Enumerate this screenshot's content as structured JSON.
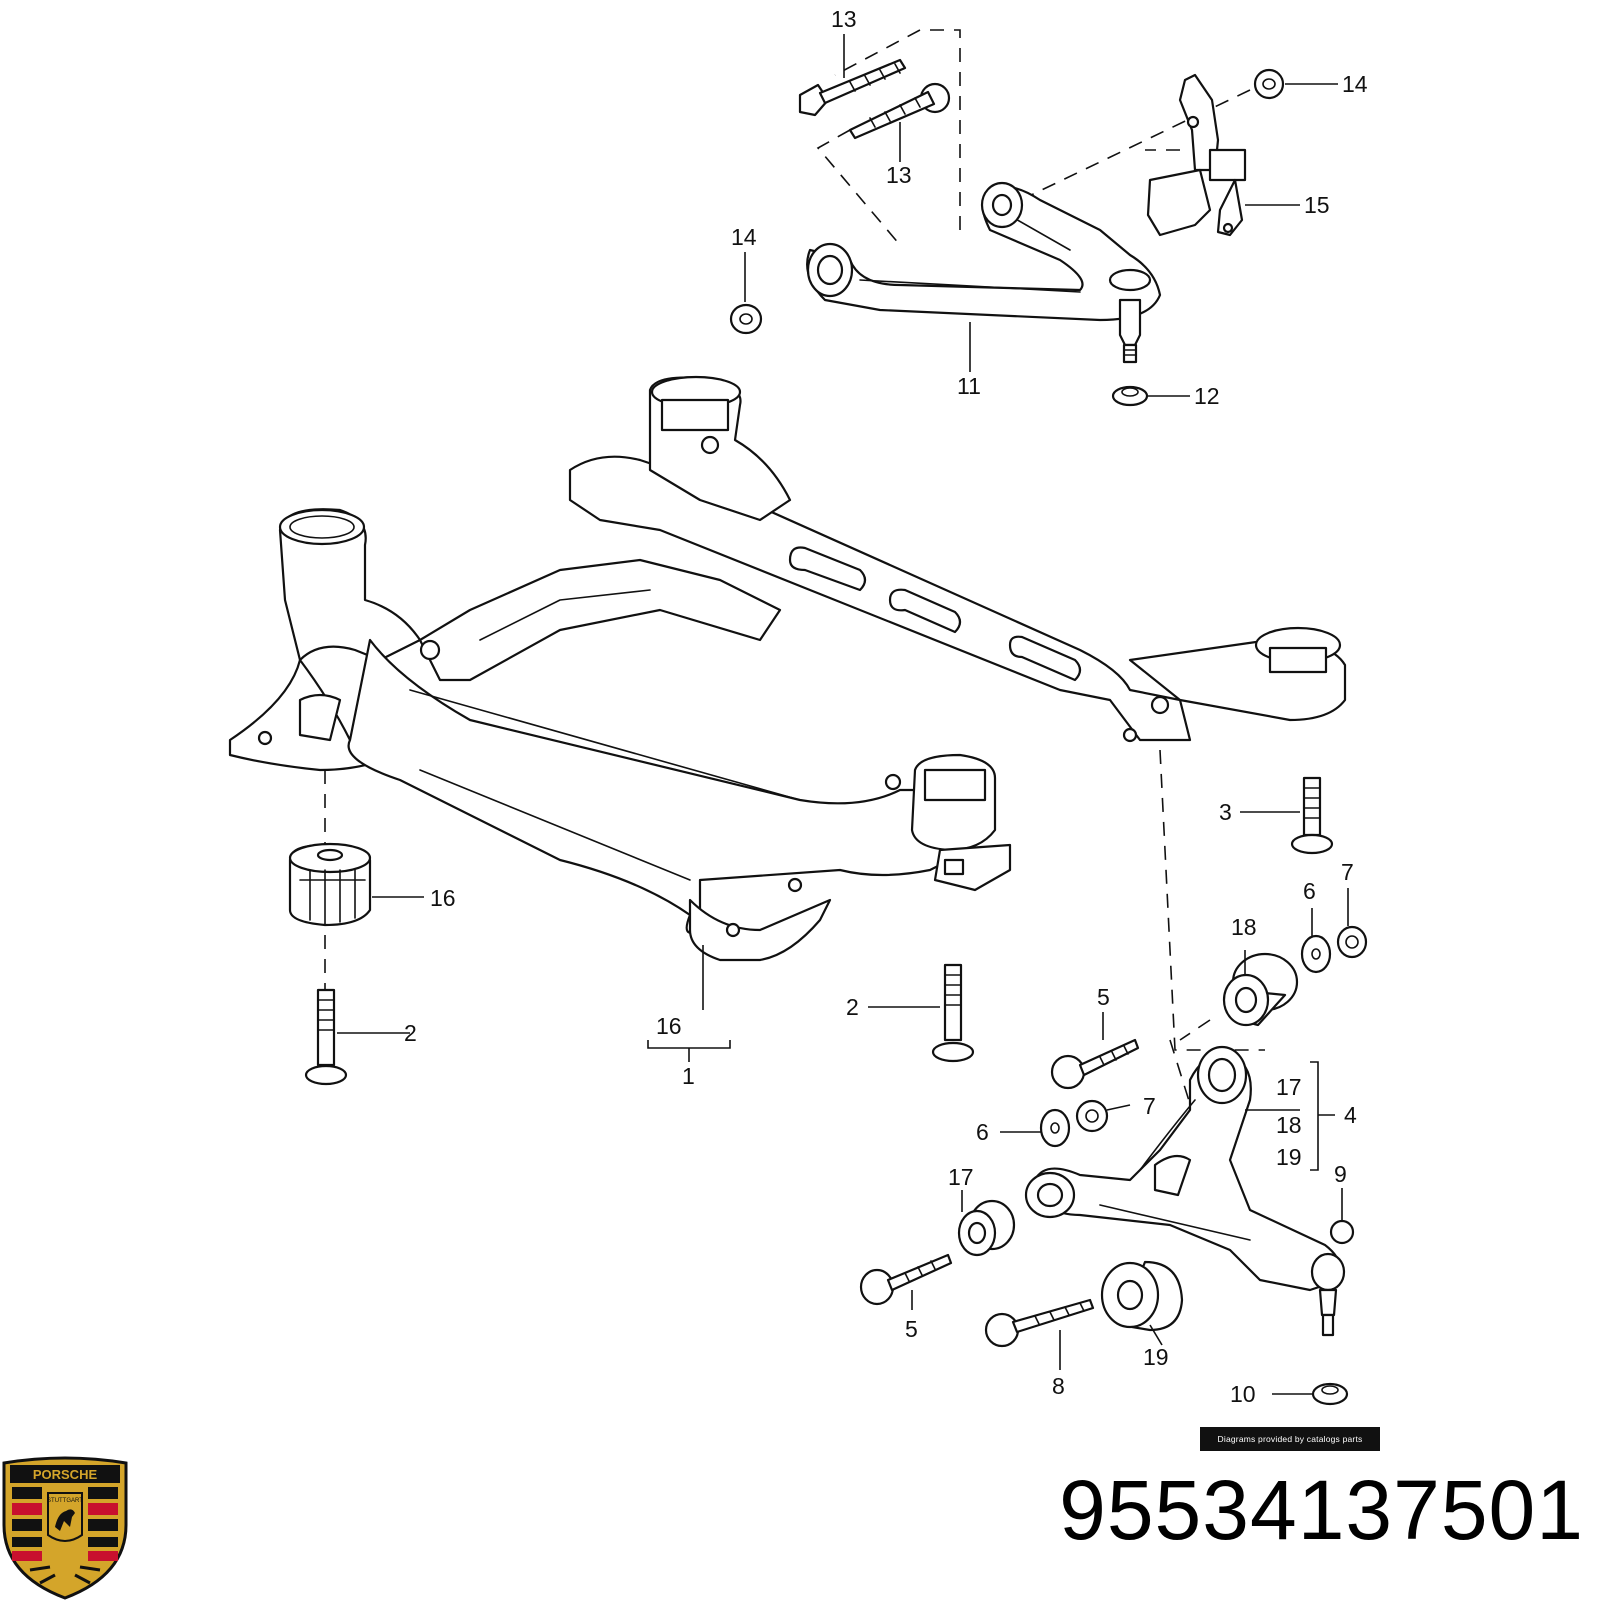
{
  "callouts": {
    "c13a": "13",
    "c13b": "13",
    "c14a": "14",
    "c14b": "14",
    "c15": "15",
    "c11": "11",
    "c12": "12",
    "c3": "3",
    "c6a": "6",
    "c7a": "7",
    "c18a": "18",
    "c16a": "16",
    "c2a": "2",
    "c16b": "16",
    "c1": "1",
    "c2b": "2",
    "c5a": "5",
    "c17a": "17",
    "c4": "4",
    "c7b": "7",
    "c6b": "6",
    "c18b": "18",
    "c19a": "19",
    "c17b": "17",
    "c9": "9",
    "c5b": "5",
    "c8": "8",
    "c19b": "19",
    "c10": "10"
  },
  "credit": "Diagrams provided by catalogs parts",
  "part_number": "95534137501",
  "logo": {
    "name": "porsche-crest",
    "text_top": "PORSCHE",
    "text_mid": "STUTTGART",
    "colors": [
      "#d4a52a",
      "#c8102e",
      "#111111"
    ]
  }
}
